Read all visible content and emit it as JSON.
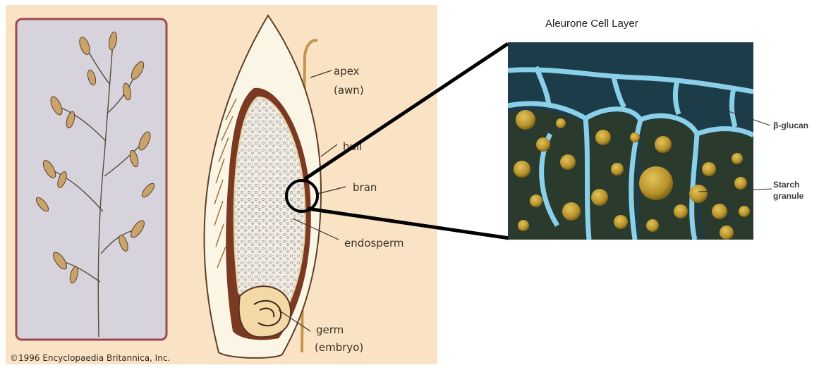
{
  "grain_labels": {
    "apex": "apex",
    "awn": "(awn)",
    "hull": "hull",
    "bran": "bran",
    "endosperm": "endosperm",
    "germ": "germ",
    "embryo": "(embryo)"
  },
  "copyright": "©1996 Encyclopaedia Britannica, Inc.",
  "micrograph": {
    "title": "Aleurone Cell Layer",
    "labels": {
      "beta_glucan": "β-glucan",
      "starch_line1": "Starch",
      "starch_line2": "granule"
    }
  },
  "colors": {
    "panel_bg": "#fae3c4",
    "plant_panel_bg": "#d6d3dd",
    "plant_panel_border": "#9c4a4e",
    "bran_brown": "#7a3a22",
    "cell_wall_blue": "#8ad0ea",
    "starch_yellow": "#c4a135"
  }
}
